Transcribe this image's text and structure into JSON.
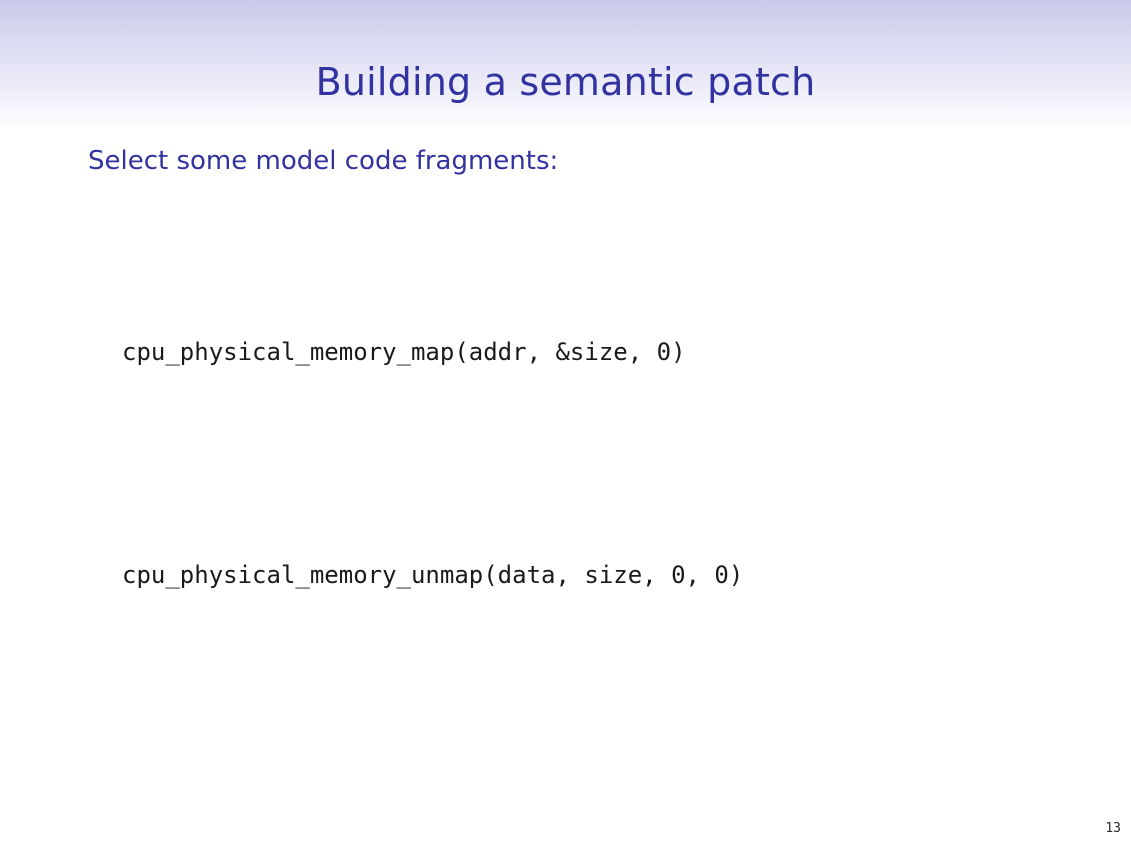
{
  "slide": {
    "title": "Building a semantic patch",
    "intro": "Select some model code fragments:",
    "code_fragments": [
      "cpu_physical_memory_map(addr, &size, 0)",
      "cpu_physical_memory_unmap(data, size, 0, 0)"
    ],
    "page_number": "13"
  },
  "colors": {
    "title_text": "#3232a0",
    "header_band_top": "#c9c9ea",
    "body_text": "#1a1a1a",
    "background": "#ffffff"
  }
}
